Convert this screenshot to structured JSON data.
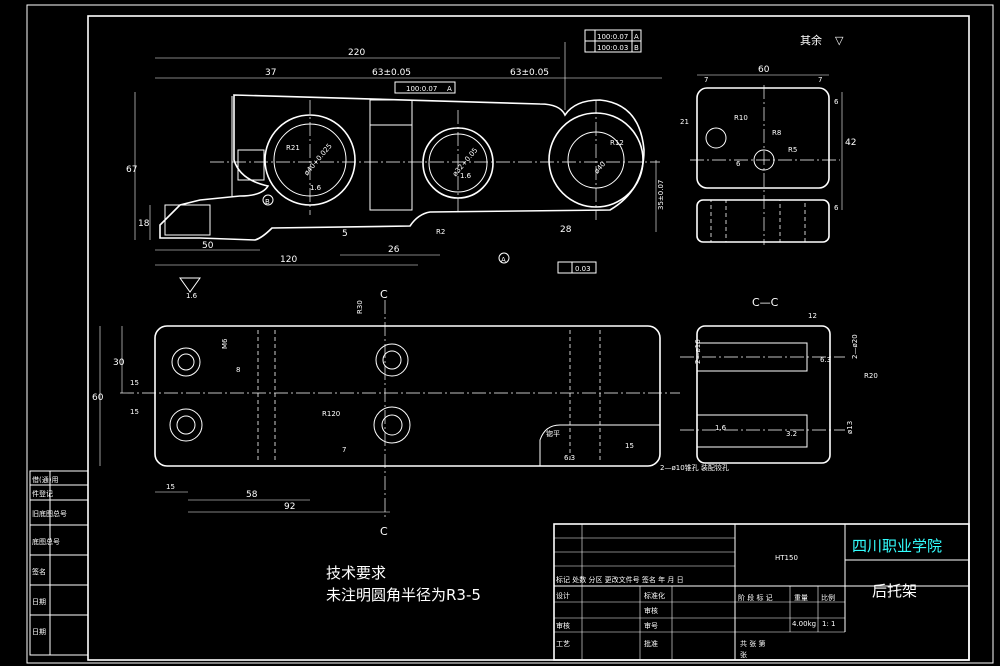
{
  "top_note": {
    "label": "其余",
    "symbol": "▽"
  },
  "main_view_dims": {
    "overall_length": "220",
    "d37": "37",
    "d63a": "63±0.05",
    "d63b": "63±0.05",
    "d67": "67",
    "d18": "18",
    "d50": "50",
    "d120": "120",
    "d26": "26",
    "d28": "28",
    "d5": "5",
    "d35": "35±0.07",
    "r21": "R21",
    "r2": "R2",
    "dia40": "ø40+0.025",
    "dia32": "ø32+0.05",
    "dia40b": "ø40",
    "r12": "R12",
    "rough16": "1.6",
    "rough16b": "1.6",
    "rough16c": "1.6",
    "datum_a": "A",
    "datum_b": "B",
    "flatness": "0.03"
  },
  "tolerance_frames": {
    "upper_a": "100:0.07",
    "upper_a_ref": "A",
    "upper_b": "100:0.03",
    "upper_b_ref": "B",
    "mid": "100:0.07",
    "mid_ref": "A"
  },
  "side_view_dims": {
    "width": "60",
    "d7a": "7",
    "d7b": "7",
    "d21": "21",
    "d42": "42",
    "d6a": "6",
    "d6b": "6",
    "r10": "R10",
    "r8": "R8",
    "r5": "R5",
    "d6c": "6"
  },
  "top_view_dims": {
    "section_c": "C",
    "r30": "R30",
    "m6": "M6",
    "d30": "30",
    "d60": "60",
    "d15a": "15",
    "d15b": "15",
    "d15c": "15",
    "d58": "58",
    "d92": "92",
    "d7": "7",
    "d8": "8",
    "r120": "R120",
    "d15d": "15",
    "rough63": "6.3",
    "note": "锪平"
  },
  "section_view": {
    "title": "C—C",
    "d12": "12",
    "dia16": "2—ø16",
    "dia20": "2—ø20",
    "dia13": "ø13",
    "r20": "R20",
    "rough63": "6.3",
    "rough16": "1.6",
    "rough32": "3.2",
    "hole_note": "2—ø10锥孔 装配铰孔"
  },
  "tech_requirements": {
    "title": "技术要求",
    "line1": "未注明圆角半径为R3-5"
  },
  "left_panel": [
    "借(通)用",
    "件登记",
    "旧底图总号",
    "底图总号",
    "签名",
    "日期",
    "日期"
  ],
  "title_block": {
    "school": "四川职业学院",
    "part_name": "后托架",
    "material": "HT150",
    "header_row": "标记 处数 分区 更改文件号 签名 年 月 日",
    "design": "设计",
    "standardize": "标准化",
    "stage_mark": "阶 段 标 记",
    "weight": "重量",
    "scale": "比例",
    "check": "审核",
    "process": "工艺",
    "approve": "批准",
    "weight_val": "4.00kg",
    "scale_val": "1: 1",
    "total_sheets": "共  张  第",
    "sheet": "张",
    "r1": "审核",
    "r2": "审号"
  }
}
